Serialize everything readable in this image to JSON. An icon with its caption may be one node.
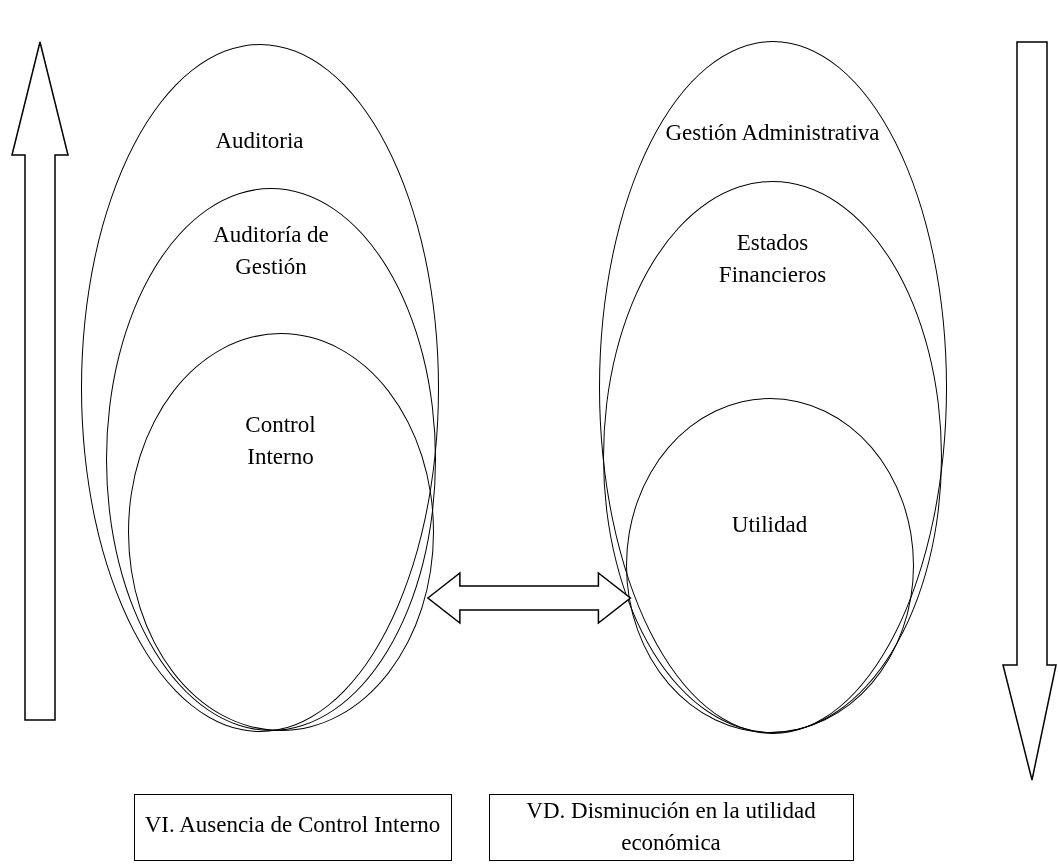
{
  "diagram": {
    "nodes": [
      {
        "text": [
          "Auditoria"
        ]
      },
      {
        "text": [
          "Auditoría de Gestión"
        ],
        "in": 0
      },
      {
        "text": [
          "Control Interno"
        ],
        "in": 1
      },
      {
        "text": [
          "Gestión Administrativa"
        ]
      },
      {
        "text": [
          "Estados Financieros"
        ],
        "in": 3
      },
      {
        "text": [
          "Utilidad"
        ],
        "in": 4
      },
      {
        "text": [
          "VI. Ausencia de Control Interno"
        ]
      },
      {
        "text": [
          "VD. Disminución en la utilidad económica"
        ]
      }
    ],
    "edges": [
      {
        "from": 2,
        "to": 5,
        "arrow": "both"
      }
    ]
  }
}
